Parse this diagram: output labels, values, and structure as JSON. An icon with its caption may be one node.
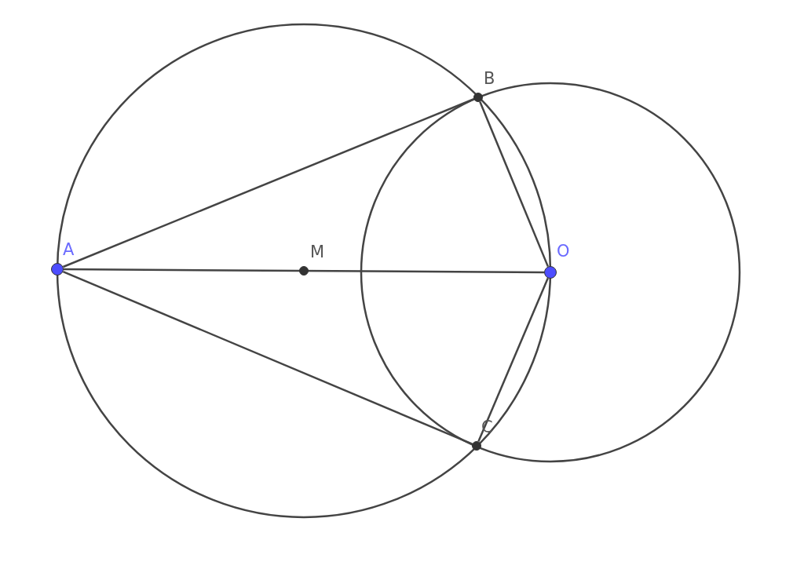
{
  "diagram": {
    "nodes": [
      {
        "text": [
          "A"
        ]
      },
      {
        "text": [
          "B"
        ]
      },
      {
        "text": [
          "M"
        ]
      },
      {
        "text": [
          "O"
        ]
      },
      {
        "text": [
          "C"
        ]
      }
    ],
    "edges": [
      {
        "from": 0,
        "to": 1,
        "arrow": "none"
      },
      {
        "from": 0,
        "to": 3,
        "arrow": "none"
      },
      {
        "from": 0,
        "to": 4,
        "arrow": "none"
      },
      {
        "from": 1,
        "to": 3,
        "arrow": "none"
      },
      {
        "from": 4,
        "to": 3,
        "arrow": "none"
      }
    ]
  }
}
